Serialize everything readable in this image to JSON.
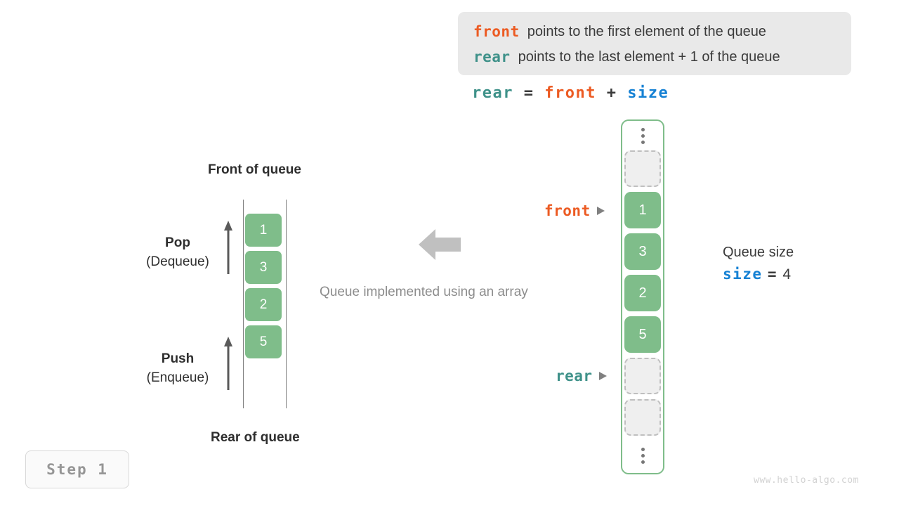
{
  "legend": {
    "lines": [
      {
        "keyword": "front",
        "keyword_color": "#ec5b23",
        "text": "points to the first element of the queue"
      },
      {
        "keyword": "rear",
        "keyword_color": "#3e9189",
        "text": "points to the last element + 1 of the queue"
      }
    ],
    "background": "#e9e9e9"
  },
  "formula": {
    "lhs": "rear",
    "eq": "=",
    "rhs1": "front",
    "plus": "+",
    "rhs2": "size"
  },
  "left_queue": {
    "top_label": "Front of queue",
    "bottom_label": "Rear of queue",
    "cells": [
      "1",
      "3",
      "2",
      "5"
    ],
    "cell_color": "#7fbd8a",
    "pop": {
      "main": "Pop",
      "sub": "(Dequeue)"
    },
    "push": {
      "main": "Push",
      "sub": "(Enqueue)"
    }
  },
  "middle": {
    "caption": "Queue implemented using an array",
    "arrow_direction": "left",
    "arrow_color": "#c0c0c0"
  },
  "array": {
    "border_color": "#7fbd8a",
    "slots": [
      {
        "kind": "dots",
        "value": ""
      },
      {
        "kind": "empty",
        "value": ""
      },
      {
        "kind": "filled",
        "value": "1"
      },
      {
        "kind": "filled",
        "value": "3"
      },
      {
        "kind": "filled",
        "value": "2"
      },
      {
        "kind": "filled",
        "value": "5"
      },
      {
        "kind": "empty",
        "value": ""
      },
      {
        "kind": "empty",
        "value": ""
      },
      {
        "kind": "dots",
        "value": ""
      }
    ],
    "pointers": {
      "front": "front",
      "rear": "rear"
    }
  },
  "size_note": {
    "caption": "Queue size",
    "name": "size",
    "eq": "=",
    "value": "4"
  },
  "step_badge": {
    "label": "Step 1"
  },
  "watermark": {
    "text": "www.hello-algo.com"
  }
}
